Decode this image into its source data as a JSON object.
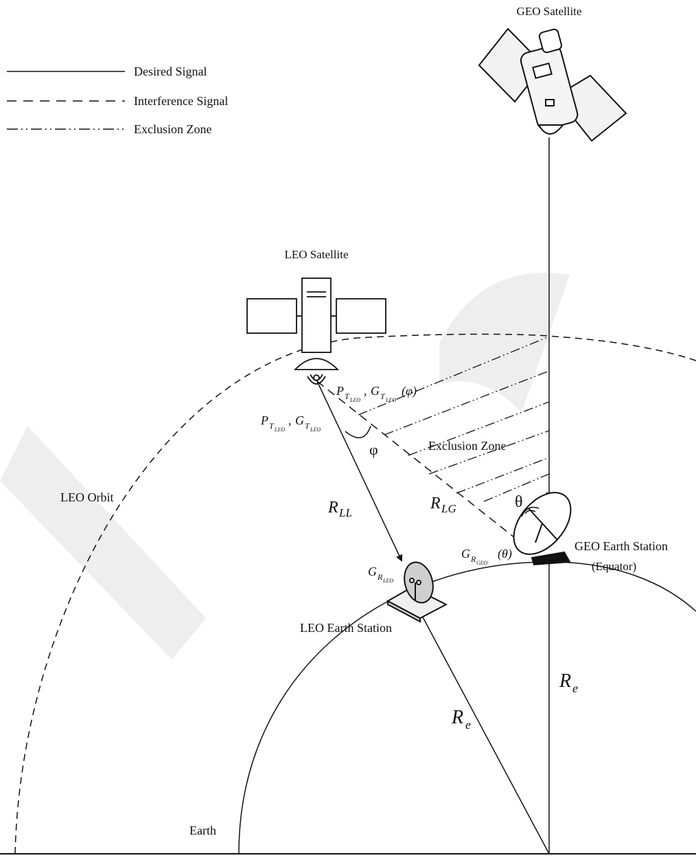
{
  "legend": {
    "desired": "Desired Signal",
    "interference": "Interference Signal",
    "exclusion": "Exclusion Zone"
  },
  "labels": {
    "geo_satellite": "GEO Satellite",
    "leo_satellite": "LEO Satellite",
    "leo_orbit": "LEO Orbit",
    "exclusion_zone": "Exclusion Zone",
    "geo_earth_station": "GEO Earth Station",
    "equator": "(Equator)",
    "leo_earth_station": "LEO Earth Station",
    "earth": "Earth"
  },
  "symbols": {
    "phi": "φ",
    "theta": "θ",
    "R": "R",
    "sub_LL": "LL",
    "sub_LG": "LG",
    "sub_e": "e",
    "P": "P",
    "G": "G",
    "T": "T",
    "R_sub": "R",
    "LEO": "LEO",
    "GEO": "GEO",
    "comma": ",",
    "arg_phi": "(φ)",
    "arg_theta": "(θ)"
  },
  "colors": {
    "line": "#111111",
    "watermark": "#ececec"
  }
}
